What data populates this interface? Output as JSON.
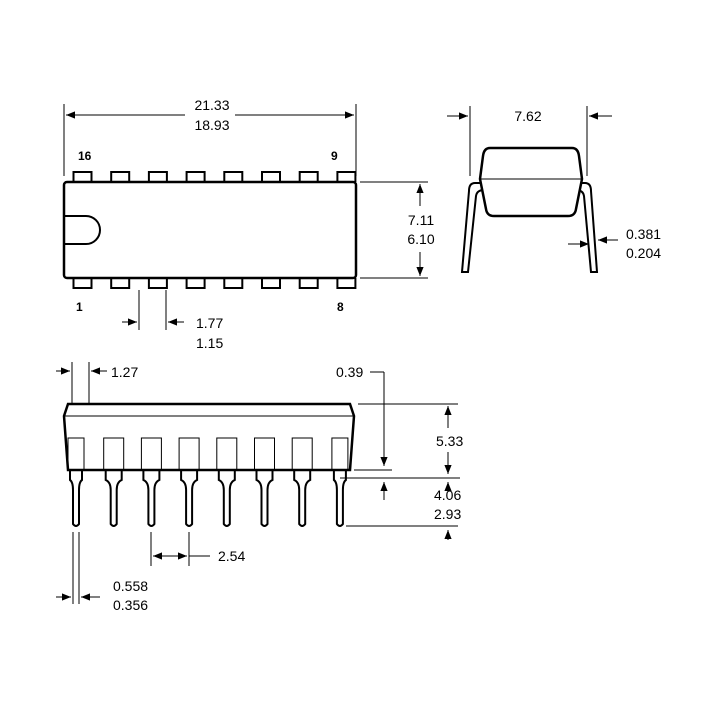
{
  "top_view": {
    "length_max": "21.33",
    "length_min": "18.93",
    "width_max": "7.11",
    "width_min": "6.10",
    "pin_width_max": "1.77",
    "pin_width_min": "1.15",
    "pin_labels": {
      "top_left": "16",
      "top_right": "9",
      "bottom_left": "1",
      "bottom_right": "8"
    }
  },
  "end_view": {
    "row_spacing": "7.62",
    "lead_thickness_max": "0.381",
    "lead_thickness_min": "0.204"
  },
  "side_view": {
    "end_lead": "1.27",
    "standoff": "0.39",
    "body_height": "5.33",
    "lead_length_max": "4.06",
    "lead_length_min": "2.93",
    "pitch": "2.54",
    "lead_width_max": "0.558",
    "lead_width_min": "0.356"
  }
}
